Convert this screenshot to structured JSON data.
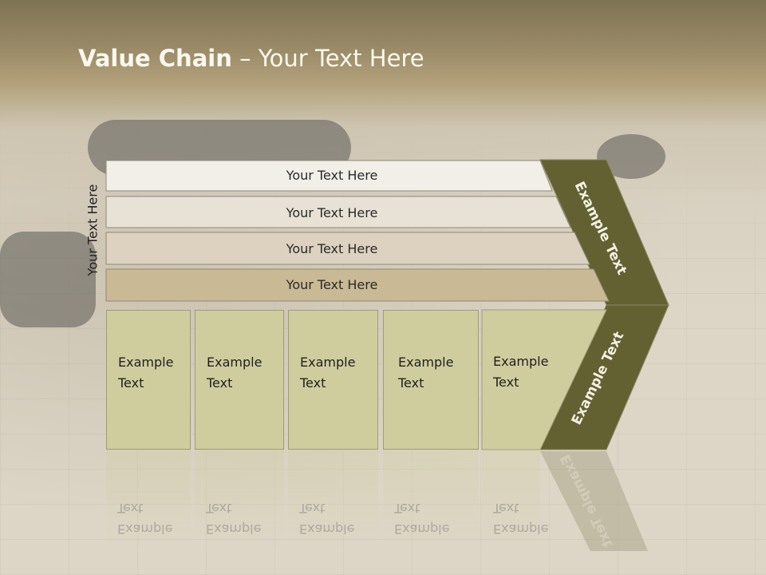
{
  "slide": {
    "title_bold": "Value Chain",
    "title_rest": " – Your Text Here",
    "vertical_label": "Your Text Here",
    "bands": [
      {
        "label": "Your Text Here",
        "color": "#f2efe9"
      },
      {
        "label": "Your Text Here",
        "color": "#e7e2d5"
      },
      {
        "label": "Your Text Here",
        "color": "#dcd2bf"
      },
      {
        "label": "Your Text Here",
        "color": "#c9b994"
      }
    ],
    "boxes": [
      {
        "line1": "Example",
        "line2": "Text"
      },
      {
        "line1": "Example",
        "line2": "Text"
      },
      {
        "line1": "Example",
        "line2": "Text"
      },
      {
        "line1": "Example",
        "line2": "Text"
      },
      {
        "line1": "Example",
        "line2": "Text"
      }
    ],
    "chevron_upper": "Example Text",
    "chevron_lower": "Example Text",
    "colors": {
      "chevron": "#636132",
      "box": "#cfcd9e"
    }
  }
}
